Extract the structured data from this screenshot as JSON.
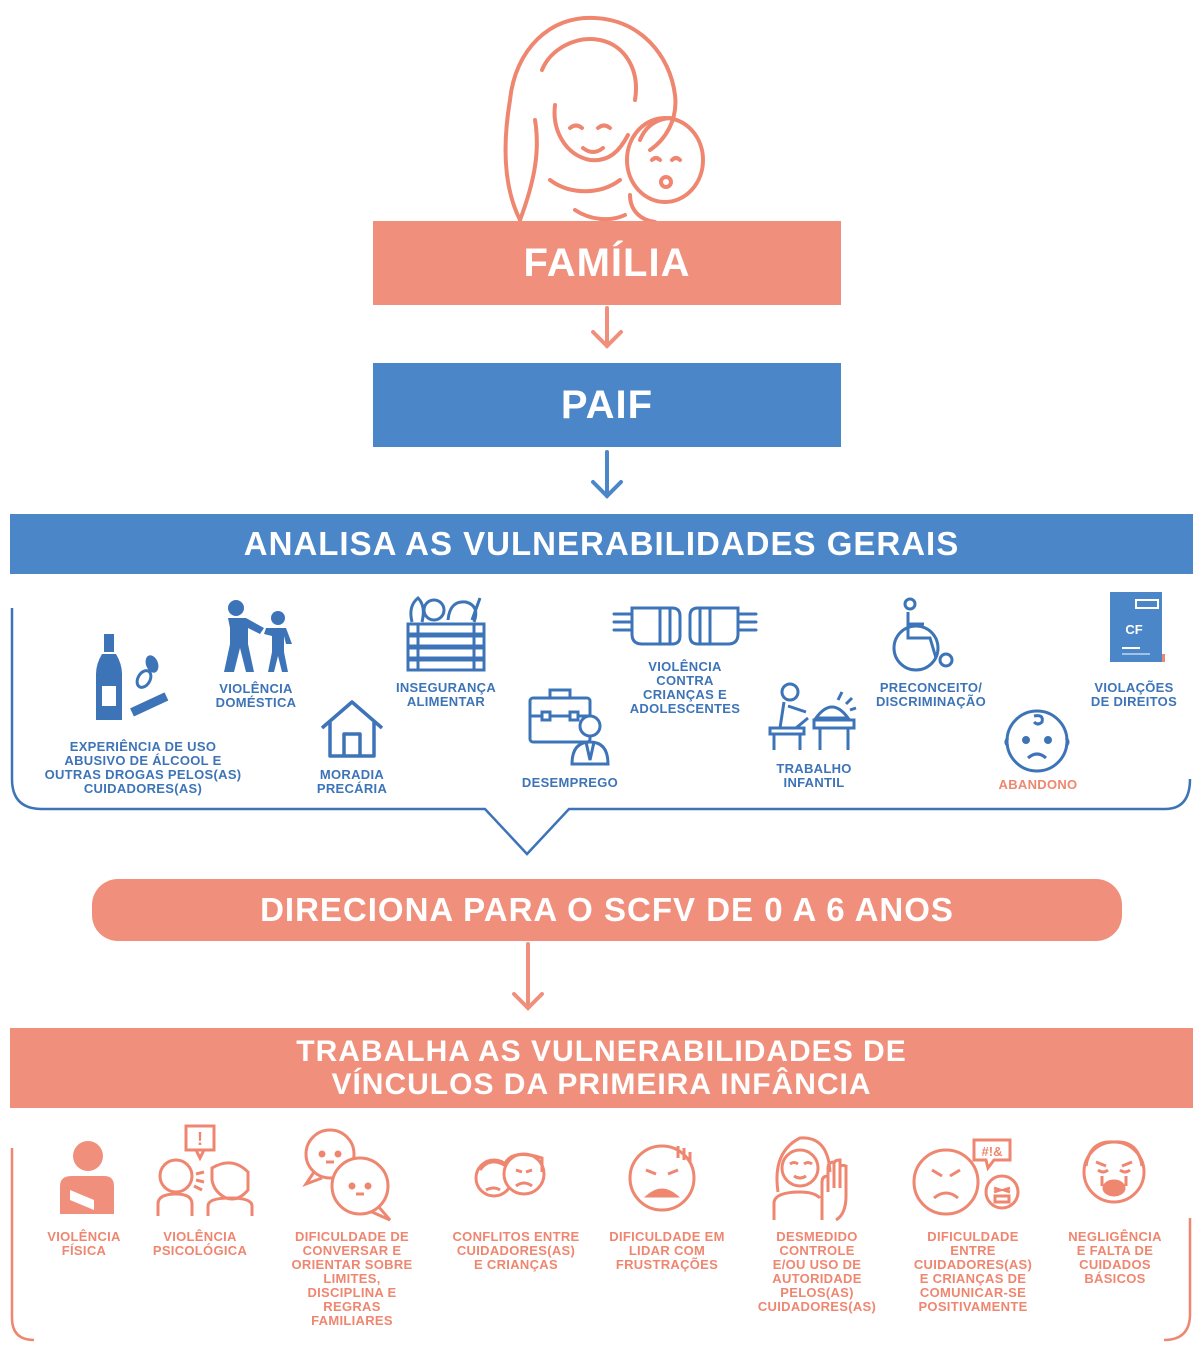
{
  "colors": {
    "salmon": "#f0907c",
    "blue": "#4a86c8",
    "blue_text": "#3d74b8",
    "salmon_text": "#ef8670"
  },
  "top": {
    "family_label": "FAMÍLIA",
    "paif_label": "PAIF"
  },
  "general": {
    "header": "ANALISA AS VULNERABILIDADES GERAIS",
    "items": [
      {
        "icon": "alcohol-icon",
        "label": "EXPERIÊNCIA DE USO\nABUSIVO DE ÁLCOOL E\nOUTRAS DROGAS PELOS(AS)\nCUIDADORES(AS)"
      },
      {
        "icon": "domestic-violence-icon",
        "label": "VIOLÊNCIA\nDOMÉSTICA"
      },
      {
        "icon": "house-icon",
        "label": "MORADIA\nPRECÁRIA"
      },
      {
        "icon": "food-crate-icon",
        "label": "INSEGURANÇA\nALIMENTAR"
      },
      {
        "icon": "briefcase-icon",
        "label": "DESEMPREGO"
      },
      {
        "icon": "fists-icon",
        "label": "VIOLÊNCIA\nCONTRA\nCRIANÇAS E\nADOLESCENTES"
      },
      {
        "icon": "child-labor-icon",
        "label": "TRABALHO\nINFANTIL"
      },
      {
        "icon": "wheelchair-icon",
        "label": "PRECONCEITO/\nDISCRIMINAÇÃO"
      },
      {
        "icon": "sad-baby-icon",
        "label": "ABANDONO"
      },
      {
        "icon": "constitution-book-icon",
        "label": "VIOLAÇÕES\nDE DIREITOS",
        "book_text": "CF"
      }
    ]
  },
  "direct": {
    "label": "DIRECIONA PARA O SCFV DE 0 A 6 ANOS"
  },
  "bonds": {
    "header_line1": "TRABALHA AS VULNERABILIDADES DE",
    "header_line2": "VÍNCULOS DA PRIMEIRA INFÂNCIA",
    "bubble_text": "!",
    "curse_text": "#!&",
    "items": [
      {
        "icon": "injured-person-icon",
        "label": "VIOLÊNCIA\nFÍSICA"
      },
      {
        "icon": "argument-icon",
        "label": "VIOLÊNCIA\nPSICOLÓGICA"
      },
      {
        "icon": "chat-bubbles-icon",
        "label": "DIFICULDADE DE\nCONVERSAR E\nORIENTAR SOBRE\nLIMITES,\nDISCIPLINA E\nREGRAS\nFAMILIARES"
      },
      {
        "icon": "conflict-faces-icon",
        "label": "CONFLITOS ENTRE\nCUIDADORES(AS)\nE CRIANÇAS"
      },
      {
        "icon": "frustrated-face-icon",
        "label": "DIFICULDADE EM\nLIDAR COM\nFRUSTRAÇÕES"
      },
      {
        "icon": "stop-hand-woman-icon",
        "label": "DESMEDIDO\nCONTROLE\nE/OU USO DE\nAUTORIDADE\nPELOS(AS)\nCUIDADORES(AS)"
      },
      {
        "icon": "angry-faces-icon",
        "label": "DIFICULDADE\nENTRE\nCUIDADORES(AS)\nE CRIANÇAS DE\nCOMUNICAR-SE\nPOSITIVAMENTE"
      },
      {
        "icon": "crying-child-icon",
        "label": "NEGLIGÊNCIA\nE FALTA DE\nCUIDADOS\nBÁSICOS"
      }
    ]
  }
}
